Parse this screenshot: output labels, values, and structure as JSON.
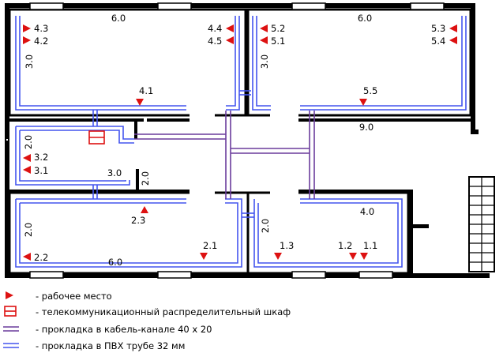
{
  "colors": {
    "wall": "#000000",
    "pvc_pipe": "#4455ee",
    "cable_channel": "#6a3c9c",
    "marker": "#dd1111",
    "cabinet": "#dd1111"
  },
  "dimensions": {
    "d1": "6.0",
    "d2": "6.0",
    "d3": "3.0",
    "d4": "3.0",
    "d5": "9.0",
    "d6": "2.0",
    "d7": "3.0",
    "d8": "2.0",
    "d9": "2.0",
    "d10": "6.0",
    "d11": "2.0",
    "d12": "4.0"
  },
  "workplaces": {
    "w43": "4.3",
    "w42": "4.2",
    "w44": "4.4",
    "w45": "4.5",
    "w41": "4.1",
    "w52": "5.2",
    "w51": "5.1",
    "w53": "5.3",
    "w54": "5.4",
    "w55": "5.5",
    "w32": "3.2",
    "w31": "3.1",
    "w23": "2.3",
    "w22": "2.2",
    "w21": "2.1",
    "w13": "1.3",
    "w12": "1.2",
    "w11": "1.1"
  },
  "legend": {
    "workplace": "- рабочее место",
    "cabinet": "- телекоммуникационный распределительный шкаф",
    "channel": "- прокладка в кабель-канале 40 x 20",
    "pipe": "- прокладка в ПВХ трубе 32 мм"
  }
}
